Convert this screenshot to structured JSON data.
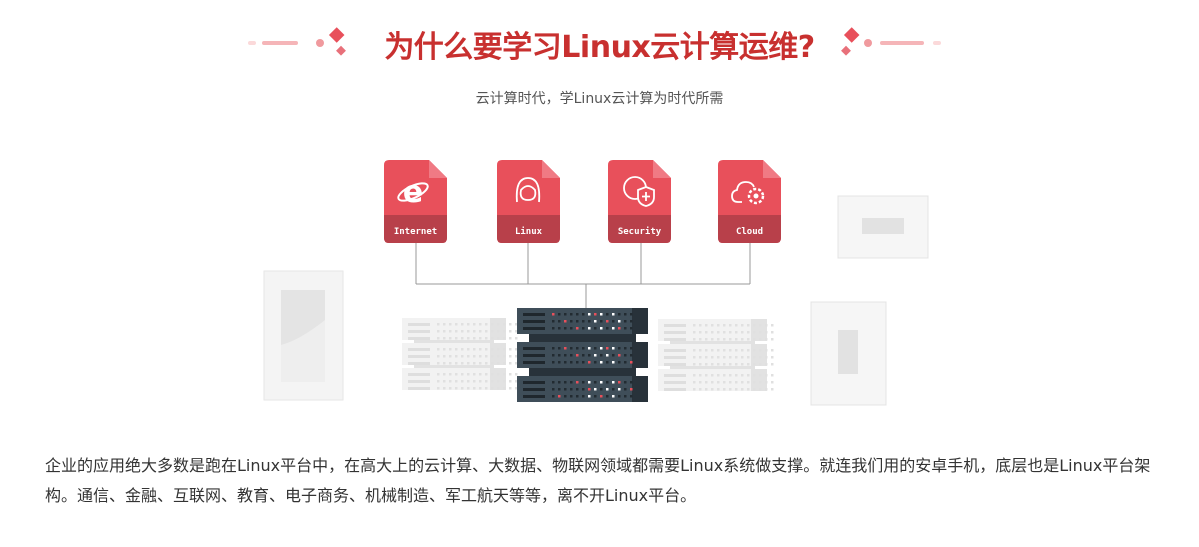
{
  "header": {
    "title": "为什么要学习Linux云计算运维?",
    "subtitle": "云计算时代，学Linux云计算为时代所需"
  },
  "diagram": {
    "cards": [
      {
        "label": "Internet",
        "icon": "internet-explorer-icon"
      },
      {
        "label": "Linux",
        "icon": "penguin-icon"
      },
      {
        "label": "Security",
        "icon": "globe-shield-icon"
      },
      {
        "label": "Cloud",
        "icon": "cloud-gear-icon"
      }
    ]
  },
  "colors": {
    "accent": "#c8302f",
    "card": "#e8505b",
    "card_dark": "#b8404a",
    "server": "#3f4e59"
  },
  "body": {
    "paragraph": "企业的应用绝大多数是跑在Linux平台中，在高大上的云计算、大数据、物联网领域都需要Linux系统做支撑。就连我们用的安卓手机，底层也是Linux平台架构。通信、金融、互联网、教育、电子商务、机械制造、军工航天等等，离不开Linux平台。"
  }
}
